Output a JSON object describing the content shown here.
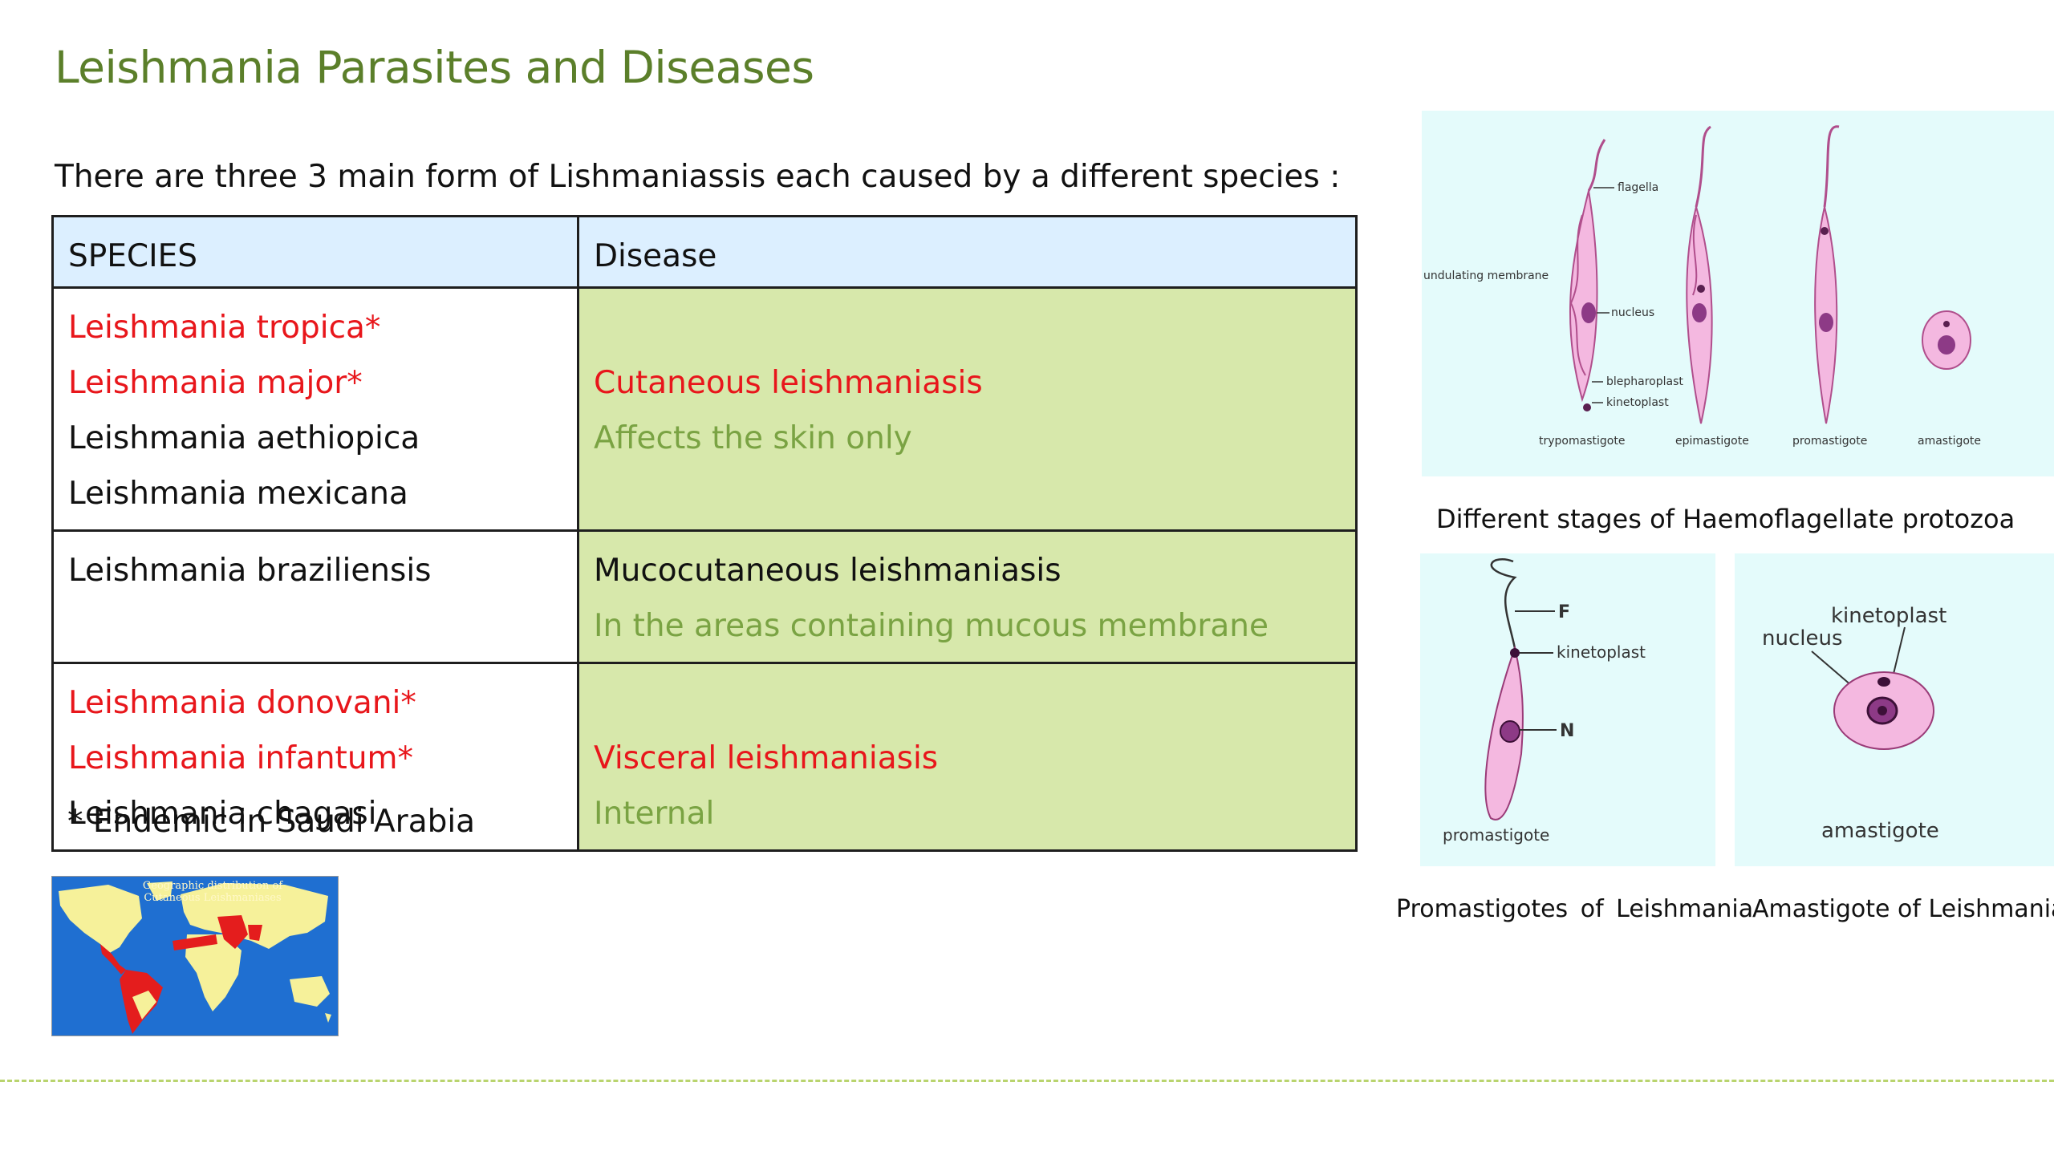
{
  "title": "Leishmania Parasites and Diseases",
  "intro": "There are three 3 main form of Lishmaniassis each caused by a different species :",
  "table": {
    "headers": [
      "SPECIES",
      "Disease"
    ],
    "rows": [
      {
        "species": [
          {
            "text": "Leishmania tropica*",
            "color": "#e8161b"
          },
          {
            "text": "Leishmania major*",
            "color": "#e8161b"
          },
          {
            "text": "Leishmania aethiopica",
            "color": "#111111"
          },
          {
            "text": "Leishmania mexicana",
            "color": "#111111"
          }
        ],
        "disease": "Cutaneous leishmaniasis",
        "disease_color": "#e8161b",
        "description": "Affects the skin only"
      },
      {
        "species": [
          {
            "text": "Leishmania braziliensis",
            "color": "#111111"
          }
        ],
        "disease": "Mucocutaneous leishmaniasis",
        "disease_color": "#111111",
        "description": "In the areas containing mucous membrane"
      },
      {
        "species": [
          {
            "text": "Leishmania donovani*",
            "color": "#e8161b"
          },
          {
            "text": "Leishmania infantum*",
            "color": "#e8161b"
          },
          {
            "text": "Leishmania chagasi",
            "color": "#111111"
          }
        ],
        "disease": "Visceral leishmaniasis",
        "disease_color": "#e8161b",
        "description": "Internal"
      }
    ]
  },
  "footnote": "* Endemic in Saudi Arabia",
  "map": {
    "title": "Geographic distribution of Cutaneous Leishmaniases"
  },
  "figures": {
    "stages": {
      "caption": "Different stages of Haemoflagellate protozoa",
      "labels": {
        "flagella": "flagella",
        "undulating_membrane": "undulating membrane",
        "nucleus": "nucleus",
        "blepharoplast": "blepharoplast",
        "kinetoplast": "kinetoplast",
        "trypomastigote": "trypomastigote",
        "epimastigote": "epimastigote",
        "promastigote": "promastigote",
        "amastigote": "amastigote"
      }
    },
    "promastigote": {
      "caption": "Promastigotes of Leishmania",
      "labels": {
        "f": "F",
        "kinetoplast": "kinetoplast",
        "n": "N",
        "name": "promastigote"
      }
    },
    "amastigote": {
      "caption": "Amastigote of Leishmania",
      "labels": {
        "kinetoplast": "kinetoplast",
        "nucleus": "nucleus",
        "name": "amastigote"
      }
    }
  },
  "colors": {
    "title": "#5b7f2a",
    "header_bg": "#dcefff",
    "disease_bg": "#d7e8ab",
    "description": "#7aa343",
    "highlight_red": "#e8161b",
    "figure_bg": "#e4fbfb",
    "cell_body": "#f4b8e0"
  }
}
